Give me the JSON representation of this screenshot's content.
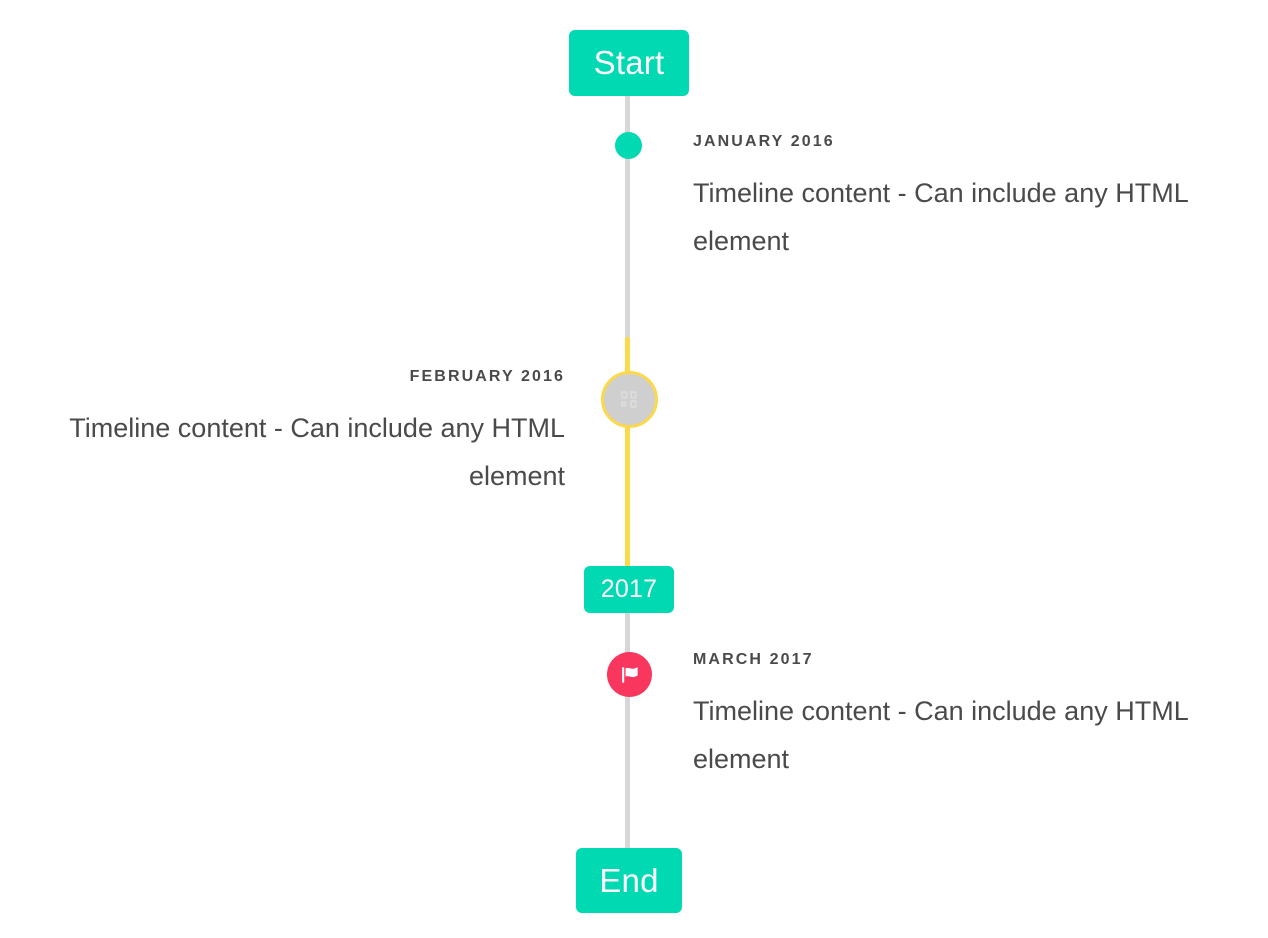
{
  "theme": {
    "accent_teal": "#00d9b2",
    "accent_yellow": "#fcd94b",
    "accent_pink": "#f9365d",
    "line_gray": "#d7d7d7",
    "marker_gray": "#cfcfcf",
    "text_gray": "#4a4a4a",
    "background": "#ffffff"
  },
  "timeline": {
    "start_label": "Start",
    "year_label": "2017",
    "end_label": "End",
    "entries": [
      {
        "id": "january-2016",
        "date": "January 2016",
        "body": "Timeline content - Can include any HTML element",
        "side": "right",
        "marker_icon": "dot-icon",
        "marker_color": "#00d9b2"
      },
      {
        "id": "february-2016",
        "date": "February 2016",
        "body": "Timeline content - Can include any HTML element",
        "side": "left",
        "marker_icon": "missing-image-icon",
        "marker_color": "#cfcfcf"
      },
      {
        "id": "march-2017",
        "date": "March 2017",
        "body": "Timeline content - Can include any HTML element",
        "side": "right",
        "marker_icon": "flag-icon",
        "marker_color": "#f9365d"
      }
    ]
  }
}
